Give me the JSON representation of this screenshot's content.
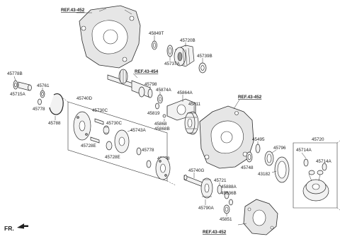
{
  "refs": {
    "ref_top": "REF.43-452",
    "ref_shaft": "REF.43-454",
    "ref_mid": "REF.43-452",
    "ref_bottom": "REF.43-452"
  },
  "parts": {
    "p45849T": "45849T",
    "p45720B": "45720B",
    "p45737A": "45737A",
    "p45739B": "45739B",
    "p45778B": "45778B",
    "p45715A": "45715A",
    "p45761": "45761",
    "p45778_left": "45778",
    "p45788": "45788",
    "p45798": "45798",
    "p45874A": "45874A",
    "p45864A": "45864A",
    "p45819": "45819",
    "p45868": "45868",
    "p45868B": "45868B",
    "p45811": "45811",
    "p45740D": "45740D",
    "p45730C_a": "45730C",
    "p45730C_b": "45730C",
    "p45743A": "45743A",
    "p45728E_a": "45728E",
    "p45728E_b": "45728E",
    "p45778_mid": "45778",
    "p45778_low": "45778",
    "p45740G": "45740G",
    "p45721": "45721",
    "p45888A": "45888A",
    "p45636B": "45636B",
    "p45790A": "45790A",
    "p45851": "45851",
    "p45495": "45495",
    "p45748": "45748",
    "p45796": "45796",
    "p43182": "43182",
    "p45720": "45720",
    "p45714A_a": "45714A",
    "p45714A_b": "45714A"
  },
  "fr_label": "FR."
}
